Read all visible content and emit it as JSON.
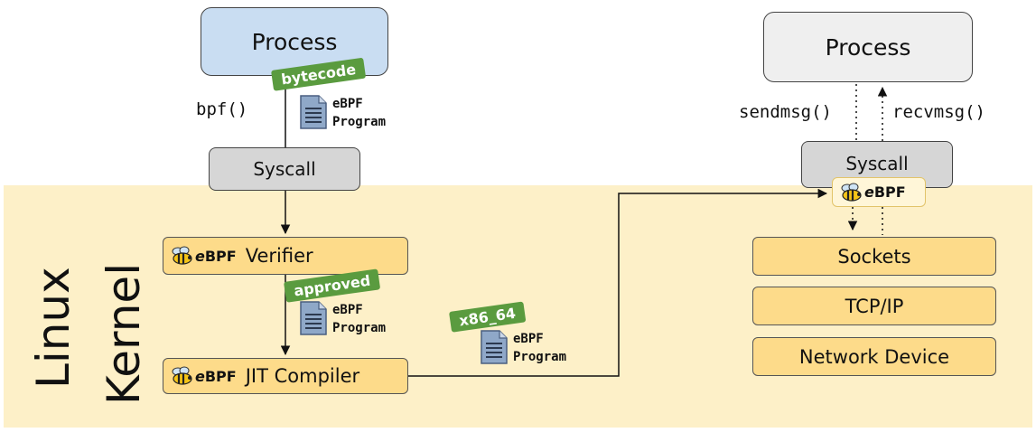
{
  "kernel": {
    "label_line1": "Linux",
    "label_line2": "Kernel"
  },
  "left": {
    "process": "Process",
    "call": "bpf()",
    "bytecode_tag": "bytecode",
    "program_label": [
      "eBPF",
      "Program"
    ],
    "syscall": "Syscall",
    "verifier": "Verifier",
    "approved_tag": "approved",
    "approved_program_label": [
      "eBPF",
      "Program"
    ],
    "jit": "JIT Compiler",
    "x86_tag": "x86_64",
    "x86_program_label": [
      "eBPF",
      "Program"
    ]
  },
  "right": {
    "process": "Process",
    "sendmsg": "sendmsg()",
    "recvmsg": "recvmsg()",
    "syscall": "Syscall",
    "sockets": "Sockets",
    "tcpip": "TCP/IP",
    "network_device": "Network Device"
  },
  "ebpf_logo": {
    "e": "e",
    "bpf": "BPF"
  },
  "colors": {
    "kernel_bg": "#fdf0c8",
    "process_left": "#c9ddf2",
    "process_right": "#efefef",
    "syscall": "#d6d6d6",
    "kernel_box": "#fddb8a",
    "tag_green": "#5a9b3f"
  },
  "icons": [
    "bee-icon",
    "document-icon",
    "arrow-down-icon",
    "arrow-up-icon"
  ]
}
